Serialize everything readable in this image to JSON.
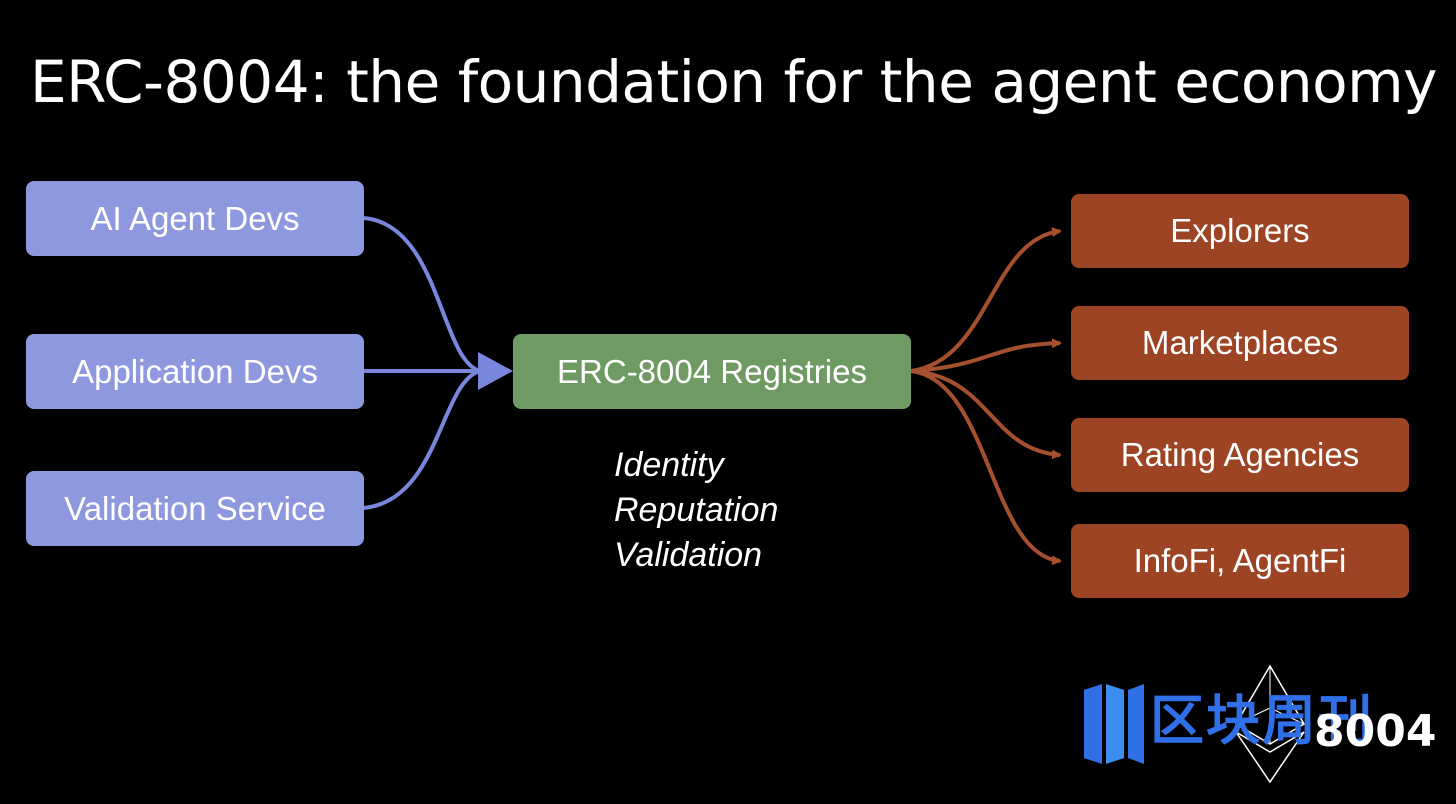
{
  "title": "ERC-8004: the foundation for the agent economy",
  "sources": [
    {
      "label": "AI Agent Devs"
    },
    {
      "label": "Application Devs"
    },
    {
      "label": "Validation Service"
    }
  ],
  "hub": {
    "label": "ERC-8004 Registries",
    "features": [
      "Identity",
      "Reputation",
      "Validation"
    ]
  },
  "targets": [
    {
      "label": "Explorers"
    },
    {
      "label": "Marketplaces"
    },
    {
      "label": "Rating Agencies"
    },
    {
      "label": "InfoFi, AgentFi"
    }
  ],
  "colors": {
    "background": "#000000",
    "source_box": "#8e98df",
    "source_arrow": "#7a86dc",
    "hub_box": "#6f9a63",
    "target_box": "#9c4424",
    "target_arrow": "#a5502e",
    "watermark_brand": "#2f6fe8"
  },
  "watermark": {
    "brand": "区块周刊",
    "logo_text": "8004",
    "icon": "ethereum-diamond-icon"
  }
}
